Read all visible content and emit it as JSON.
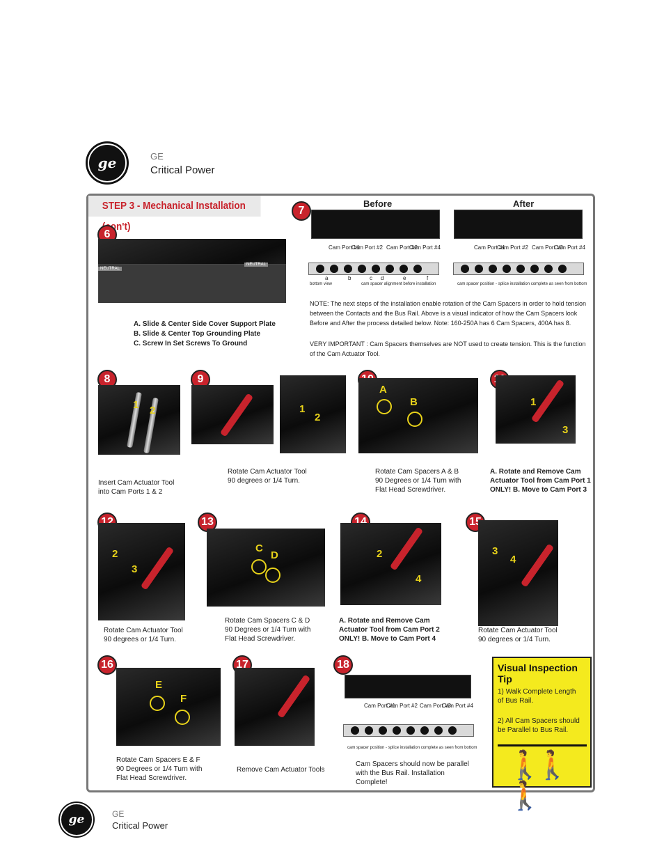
{
  "header": {
    "brand_small": "GE",
    "brand_big": "Critical Power",
    "logo": "ge-monogram-logo",
    "logo_text": "ge"
  },
  "footer": {
    "brand_small": "GE",
    "brand_big": "Critical Power",
    "logo": "ge-monogram-logo",
    "logo_text": "ge"
  },
  "panel": {
    "title": "STEP 3 - Mechanical Installation (con't)",
    "step6": {
      "number": "6",
      "rail_left_label": "NEUTRAL",
      "rail_right_label": "NEUTRAL",
      "lines": [
        "A. Slide & Center Side Cover Support Plate",
        "B. Slide & Center Top Grounding Plate",
        "C. Screw In Set Screws To Ground"
      ]
    },
    "step7": {
      "number": "7",
      "before_title": "Before",
      "after_title": "After",
      "ports": [
        "Cam Port #1",
        "Cam Port #2",
        "Cam Port #3",
        "Cam Port #4"
      ],
      "letters": [
        "a",
        "b",
        "c",
        "d",
        "e",
        "f"
      ],
      "before_caption_left": "bottom view",
      "before_caption": "cam spacer alignment before installation",
      "after_caption": "cam spacer position - splice installation complete as seen from bottom",
      "note": "NOTE: The next steps of the installation enable rotation of the Cam Spacers in order to hold tension between the Contacts and the Bus Rail. Above is a visual indicator of how the Cam Spacers look Before and After the process detailed below. Note: 160-250A has 6 Cam Spacers, 400A has 8.",
      "important": "VERY IMPORTANT : Cam Spacers themselves are NOT used to create tension. This is the function of the Cam Actuator Tool."
    },
    "step8": {
      "number": "8",
      "caption": "Insert Cam Actuator Tool into Cam Ports 1 & 2",
      "marks": [
        "1",
        "2"
      ]
    },
    "step9": {
      "number": "9",
      "caption": "Rotate Cam Actuator Tool 90 degrees or 1/4 Turn.",
      "marks": [
        "1",
        "2"
      ]
    },
    "step10": {
      "number": "10",
      "caption": "Rotate Cam Spacers A & B 90 Degrees or 1/4 Turn with Flat Head Screwdriver.",
      "marks": [
        "A",
        "B"
      ]
    },
    "step11": {
      "number": "11",
      "caption": "A. Rotate and Remove Cam Actuator Tool from Cam Port 1 ONLY! B. Move to Cam Port 3",
      "marks": [
        "1",
        "3"
      ]
    },
    "step12": {
      "number": "12",
      "caption": "Rotate Cam Actuator Tool 90 degrees or 1/4 Turn.",
      "marks": [
        "2",
        "3"
      ]
    },
    "step13": {
      "number": "13",
      "caption": "Rotate Cam Spacers C & D 90 Degrees or 1/4 Turn with Flat Head Screwdriver.",
      "marks": [
        "C",
        "D"
      ]
    },
    "step14": {
      "number": "14",
      "caption": "A. Rotate and Remove Cam Actuator Tool from Cam Port 2 ONLY! B. Move to Cam Port 4",
      "marks": [
        "2",
        "4"
      ]
    },
    "step15": {
      "number": "15",
      "caption": "Rotate Cam Actuator Tool 90 degrees or 1/4 Turn.",
      "marks": [
        "3",
        "4"
      ]
    },
    "step16": {
      "number": "16",
      "caption": "Rotate Cam Spacers E & F 90 Degrees or 1/4 Turn with Flat Head Screwdriver.",
      "marks": [
        "E",
        "F"
      ]
    },
    "step17": {
      "number": "17",
      "caption": "Remove Cam Actuator Tools"
    },
    "step18": {
      "number": "18",
      "caption": "Cam Spacers should now be parallel with the Bus Rail. Installation Complete!",
      "diagram_caption": "cam spacer position - splice installation complete as seen from bottom"
    },
    "tip": {
      "title": "Visual Inspection Tip",
      "line1": "1) Walk Complete Length of Bus Rail.",
      "line2": "2) All Cam Spacers should be Parallel to Bus Rail."
    }
  },
  "colors": {
    "accent_red": "#c8232c",
    "tip_yellow": "#f4ea1e",
    "mark_yellow": "#e8d21a"
  }
}
